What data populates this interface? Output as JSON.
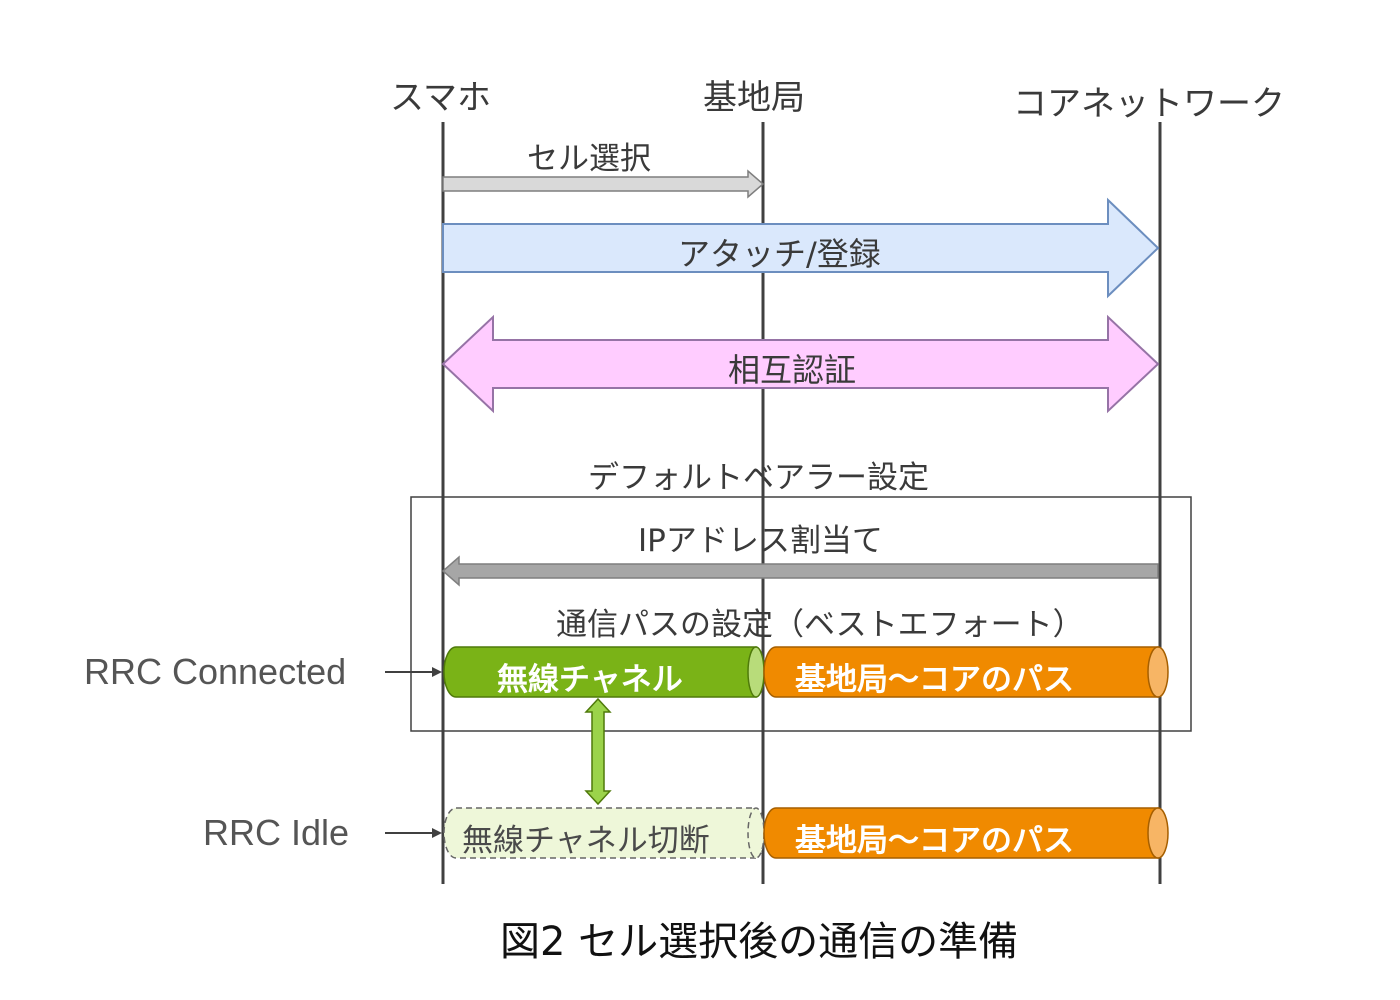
{
  "entities": {
    "phone": "スマホ",
    "base_station": "基地局",
    "core_network": "コアネットワーク"
  },
  "messages": {
    "cell_selection": "セル選択",
    "attach": "アタッチ/登録",
    "mutual_auth": "相互認証",
    "default_bearer": "デフォルトベアラー設定",
    "ip_assign": "IPアドレス割当て",
    "path_setup": "通信パスの設定（ベストエフォート）"
  },
  "states": {
    "connected": {
      "label": "RRC Connected",
      "radio": "無線チャネル",
      "core_path": "基地局～コアのパス"
    },
    "idle": {
      "label": "RRC Idle",
      "radio": "無線チャネル切断",
      "core_path": "基地局～コアのパス"
    }
  },
  "caption": "図2  セル選択後の通信の準備",
  "colors": {
    "cell_selection": "#d9d9d9",
    "attach": "#dae8fc",
    "mutual_auth": "#ffccff",
    "ip_assign": "#a6a6a6",
    "radio_channel": "#7ab317",
    "radio_channel_cut": "#eef7d9",
    "core_path": "#f08a00",
    "state_transition": "#9bd34a"
  }
}
